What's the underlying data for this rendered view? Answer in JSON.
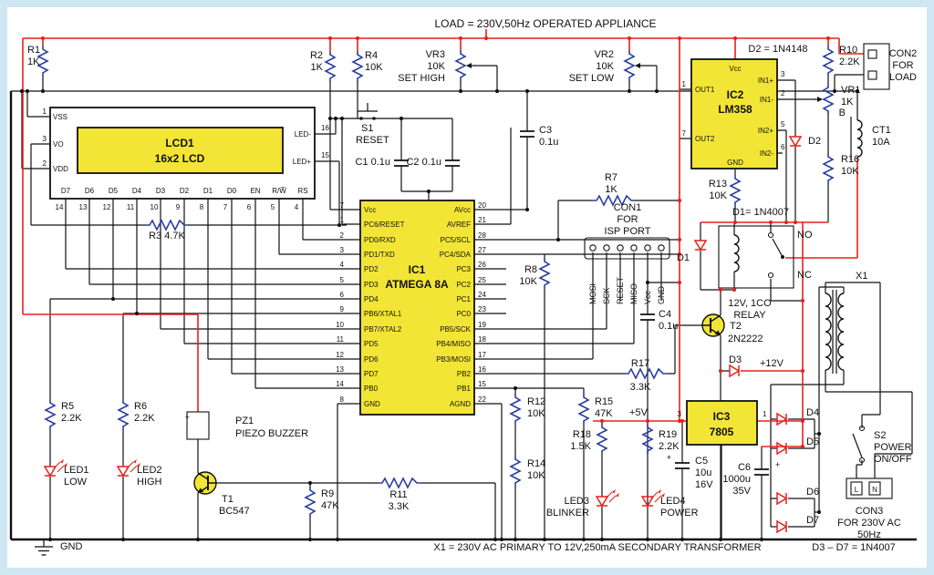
{
  "colors": {
    "canvas": "#cfe7f3",
    "panel": "#ffffff",
    "ic_fill": "#f2e535",
    "wire_black": "#111111",
    "wire_red": "#e8211d",
    "component_blue": "#2b3f9e"
  },
  "notes": {
    "load": "LOAD = 230V,50Hz OPERATED APPLIANCE",
    "transformer": "X1 = 230V AC PRIMARY TO 12V,250mA SECONDARY TRANSFORMER",
    "d2": "D2 = 1N4148",
    "d1": "D1= 1N4007",
    "d3d7": "D3 – D7 = 1N4007",
    "gnd": "GND",
    "v5": "+5V",
    "v12": "+12V"
  },
  "plus": "+",
  "lcd": {
    "name": "LCD1",
    "type": "16x2 LCD",
    "pins_left": [
      "VSS",
      "VO",
      "VDD"
    ],
    "pin_nums_left": [
      "1",
      "3",
      "2"
    ],
    "pins_right": [
      "LED-",
      "LED+"
    ],
    "pin_nums_right": [
      "16",
      "15"
    ],
    "pins_bottom": [
      "D7",
      "D6",
      "D5",
      "D4",
      "D3",
      "D2",
      "D1",
      "D0",
      "EN",
      "R/W̅",
      "RS"
    ],
    "pin_nums_bottom": [
      "14",
      "13",
      "12",
      "11",
      "10",
      "9",
      "8",
      "7",
      "6",
      "5",
      "4"
    ]
  },
  "ic1": {
    "name": "IC1",
    "part": "ATMEGA 8A",
    "left": [
      [
        "7",
        "Vcc"
      ],
      [
        "1",
        "PC6/RESET"
      ],
      [
        "2",
        "PD0/RXD"
      ],
      [
        "3",
        "PD1/TXD"
      ],
      [
        "4",
        "PD2"
      ],
      [
        "5",
        "PD3"
      ],
      [
        "6",
        "PD4"
      ],
      [
        "9",
        "PB6/XTAL1"
      ],
      [
        "10",
        "PB7/XTAL2"
      ],
      [
        "11",
        "PD5"
      ],
      [
        "12",
        "PD6"
      ],
      [
        "13",
        "PD7"
      ],
      [
        "14",
        "PB0"
      ],
      [
        "8",
        "GND"
      ]
    ],
    "right": [
      [
        "20",
        "AVcc"
      ],
      [
        "21",
        "AVREF"
      ],
      [
        "28",
        "PC5/SCL"
      ],
      [
        "27",
        "PC4/SDA"
      ],
      [
        "26",
        "PC3"
      ],
      [
        "25",
        "PC2"
      ],
      [
        "24",
        "PC1"
      ],
      [
        "23",
        "PC0"
      ],
      [
        "19",
        "PB5/SCK"
      ],
      [
        "18",
        "PB4/MISO"
      ],
      [
        "17",
        "PB3/MOSI"
      ],
      [
        "16",
        "PB2"
      ],
      [
        "15",
        "PB1"
      ],
      [
        "22",
        "AGND"
      ]
    ]
  },
  "ic2": {
    "name": "IC2",
    "part": "LM358",
    "vcc": "Vcc",
    "gnd": "GND",
    "out1": "OUT1",
    "out2": "OUT2",
    "in1p": "IN1+",
    "in1m": "IN1-",
    "in2p": "IN2+",
    "in2m": "IN2-",
    "n_out1": "1",
    "n_out2": "7",
    "n_in1p": "3",
    "n_in1m": "2",
    "n_in2p": "5",
    "n_in2m": "6"
  },
  "ic3": {
    "name": "IC3",
    "part": "7805",
    "pin_left": "3",
    "pin_right": "1"
  },
  "r": {
    "r1": [
      "R1",
      "1K"
    ],
    "r2": [
      "R2",
      "1K"
    ],
    "r3": [
      "R3 4.7K"
    ],
    "r4": [
      "R4",
      "10K"
    ],
    "r5": [
      "R5",
      "2.2K"
    ],
    "r6": [
      "R6",
      "2.2K"
    ],
    "r7": [
      "R7",
      "1K"
    ],
    "r8": [
      "R8",
      "10K"
    ],
    "r9": [
      "R9",
      "47K"
    ],
    "r10": [
      "R10",
      "2.2K"
    ],
    "r11": [
      "R11",
      "3.3K"
    ],
    "r12": [
      "R12",
      "10K"
    ],
    "r13": [
      "R13",
      "10K"
    ],
    "r14": [
      "R14",
      "10K"
    ],
    "r15": [
      "R15",
      "47K"
    ],
    "r16": [
      "R16",
      "10K"
    ],
    "r17": [
      "R17",
      "3.3K"
    ],
    "r18": [
      "R18",
      "1.5K"
    ],
    "r19": [
      "R19",
      "2.2K"
    ]
  },
  "vr": {
    "vr1": [
      "VR1",
      "1K"
    ],
    "vr2": [
      "VR2",
      "10K",
      "SET LOW"
    ],
    "vr3": [
      "VR3",
      "10K",
      "SET HIGH"
    ]
  },
  "c": {
    "c1": "C1 0.1u",
    "c2": "C2 0.1u",
    "c3": [
      "C3",
      "0.1u"
    ],
    "c4": [
      "C4",
      "0.1u"
    ],
    "c5": [
      "C5",
      "10u",
      "16V"
    ],
    "c6": [
      "C6",
      "1000u",
      "35V"
    ]
  },
  "d": {
    "d1": "D1",
    "d2": "D2",
    "d3": "D3",
    "d4": "D4",
    "d5": "D5",
    "d6": "D6",
    "d7": "D7"
  },
  "led": {
    "led1": [
      "LED1",
      "LOW"
    ],
    "led2": [
      "LED2",
      "HIGH"
    ],
    "led3": [
      "LED3",
      "BLINKER"
    ],
    "led4": [
      "LED4",
      "POWER"
    ]
  },
  "t": {
    "t1": [
      "T1",
      "BC547"
    ],
    "t2": [
      "T2",
      "2N2222"
    ]
  },
  "pz1": [
    "PZ1",
    "PIEZO BUZZER"
  ],
  "s1": [
    "S1",
    "RESET"
  ],
  "s2": [
    "S2",
    "POWER",
    "ON/OFF"
  ],
  "relay": {
    "l1": "12V, 1CO",
    "l2": "RELAY",
    "no": "NO",
    "nc": "NC"
  },
  "con1": {
    "l1": "CON1",
    "l2": "FOR",
    "l3": "ISP PORT",
    "pins": [
      "MOSI",
      "SCK",
      "RESET",
      "MISO",
      "Vcc",
      "GND"
    ]
  },
  "con2": {
    "l1": "CON2",
    "l2": "FOR",
    "l3": "LOAD"
  },
  "con3": {
    "l1": "CON3",
    "l2": "FOR 230V AC",
    "l3": "50Hz",
    "pl": "L",
    "pn": "N"
  },
  "x1": "X1",
  "ct1": {
    "name": "CT1",
    "value": "10A",
    "b": "B"
  }
}
